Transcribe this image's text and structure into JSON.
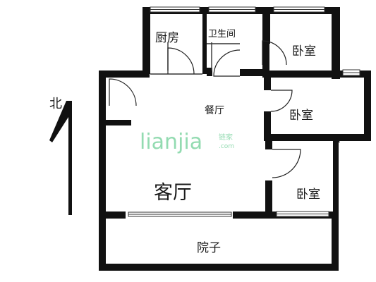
{
  "rooms": {
    "kitchen": "厨房",
    "bathroom": "卫生间",
    "bedroom_top": "卧室",
    "dining": "餐厅",
    "bedroom_middle": "卧室",
    "living": "客厅",
    "bedroom_bottom": "卧室",
    "yard": "院子"
  },
  "compass": {
    "north_label": "北"
  },
  "watermark": {
    "brand": "lianjia",
    "brand_cn": "链家",
    "domain": ".com",
    "color": "#6fcf97"
  }
}
